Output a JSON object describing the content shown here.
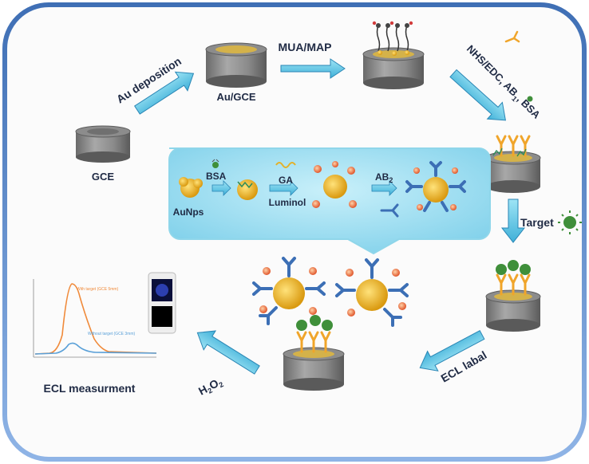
{
  "labels": {
    "gce": "GCE",
    "au_deposition": "Au deposition",
    "au_gce": "Au/GCE",
    "mua_map": "MUA/MAP",
    "nhs_edc": "NHS/EDC, AB",
    "nhs_edc_sub": "1",
    "nhs_edc_tail": ", BSA",
    "target": "Target",
    "ecl_label": "ECL labal",
    "h2o2_h": "H",
    "h2o2_2a": "2",
    "h2o2_o": "O",
    "h2o2_2b": "2",
    "ecl_measurement": "ECL measurment"
  },
  "inset": {
    "aunps": "AuNps",
    "bsa": "BSA",
    "ga": "GA",
    "luminol": "Luminol",
    "ab2": "AB",
    "ab2_sub": "2"
  },
  "ecl_plot": {
    "legend_with": "With target (GCE 5mm)",
    "legend_without": "Without target (GCE 3mm)"
  },
  "colors": {
    "frame": "#5b8fd0",
    "arrow_fill": "#5ec8e6",
    "arrow_stroke": "#2a86b5",
    "electrode_top": "#8f8f8f",
    "electrode_side": "#6f6f6f",
    "gold": "#e3b12a",
    "antibody_blue": "#3c6fb5",
    "antibody_orange": "#f0a52a",
    "virus": "#3f8f3a",
    "luminol_red": "#e0552a",
    "inset_bg": "#a9e3f2",
    "curve_with": "#f08a3a",
    "curve_without": "#5aa0d8"
  }
}
